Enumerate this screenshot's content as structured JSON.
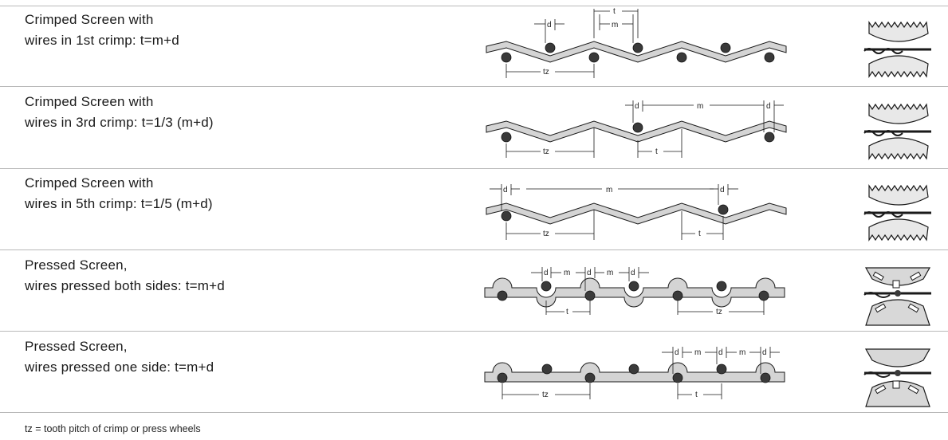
{
  "rows": [
    {
      "line1": "Crimped Screen with",
      "line2": "wires in 1st crimp: t=m+d",
      "dims": {
        "d": "d",
        "m": "m",
        "t": "t",
        "tz": "tz"
      }
    },
    {
      "line1": "Crimped Screen with",
      "line2": "wires in 3rd crimp: t=1/3 (m+d)",
      "dims": {
        "d": "d",
        "m": "m",
        "t": "t",
        "tz": "tz"
      }
    },
    {
      "line1": "Crimped Screen with",
      "line2": "wires in 5th crimp: t=1/5 (m+d)",
      "dims": {
        "d": "d",
        "m": "m",
        "t": "t",
        "tz": "tz"
      }
    },
    {
      "line1": "Pressed Screen,",
      "line2": "wires pressed both sides: t=m+d",
      "dims": {
        "d": "d",
        "m": "m",
        "t": "t",
        "tz": "tz"
      }
    },
    {
      "line1": "Pressed Screen,",
      "line2": "wires pressed one side: t=m+d",
      "dims": {
        "d": "d",
        "m": "m",
        "t": "t",
        "tz": "tz"
      }
    }
  ],
  "footnote": "tz = tooth pitch of crimp or press wheels",
  "colors": {
    "strip_fill": "#d4d4d4",
    "wire": "#3a3a3a",
    "line": "#1a1a1a",
    "separator": "#b9b9b9"
  }
}
